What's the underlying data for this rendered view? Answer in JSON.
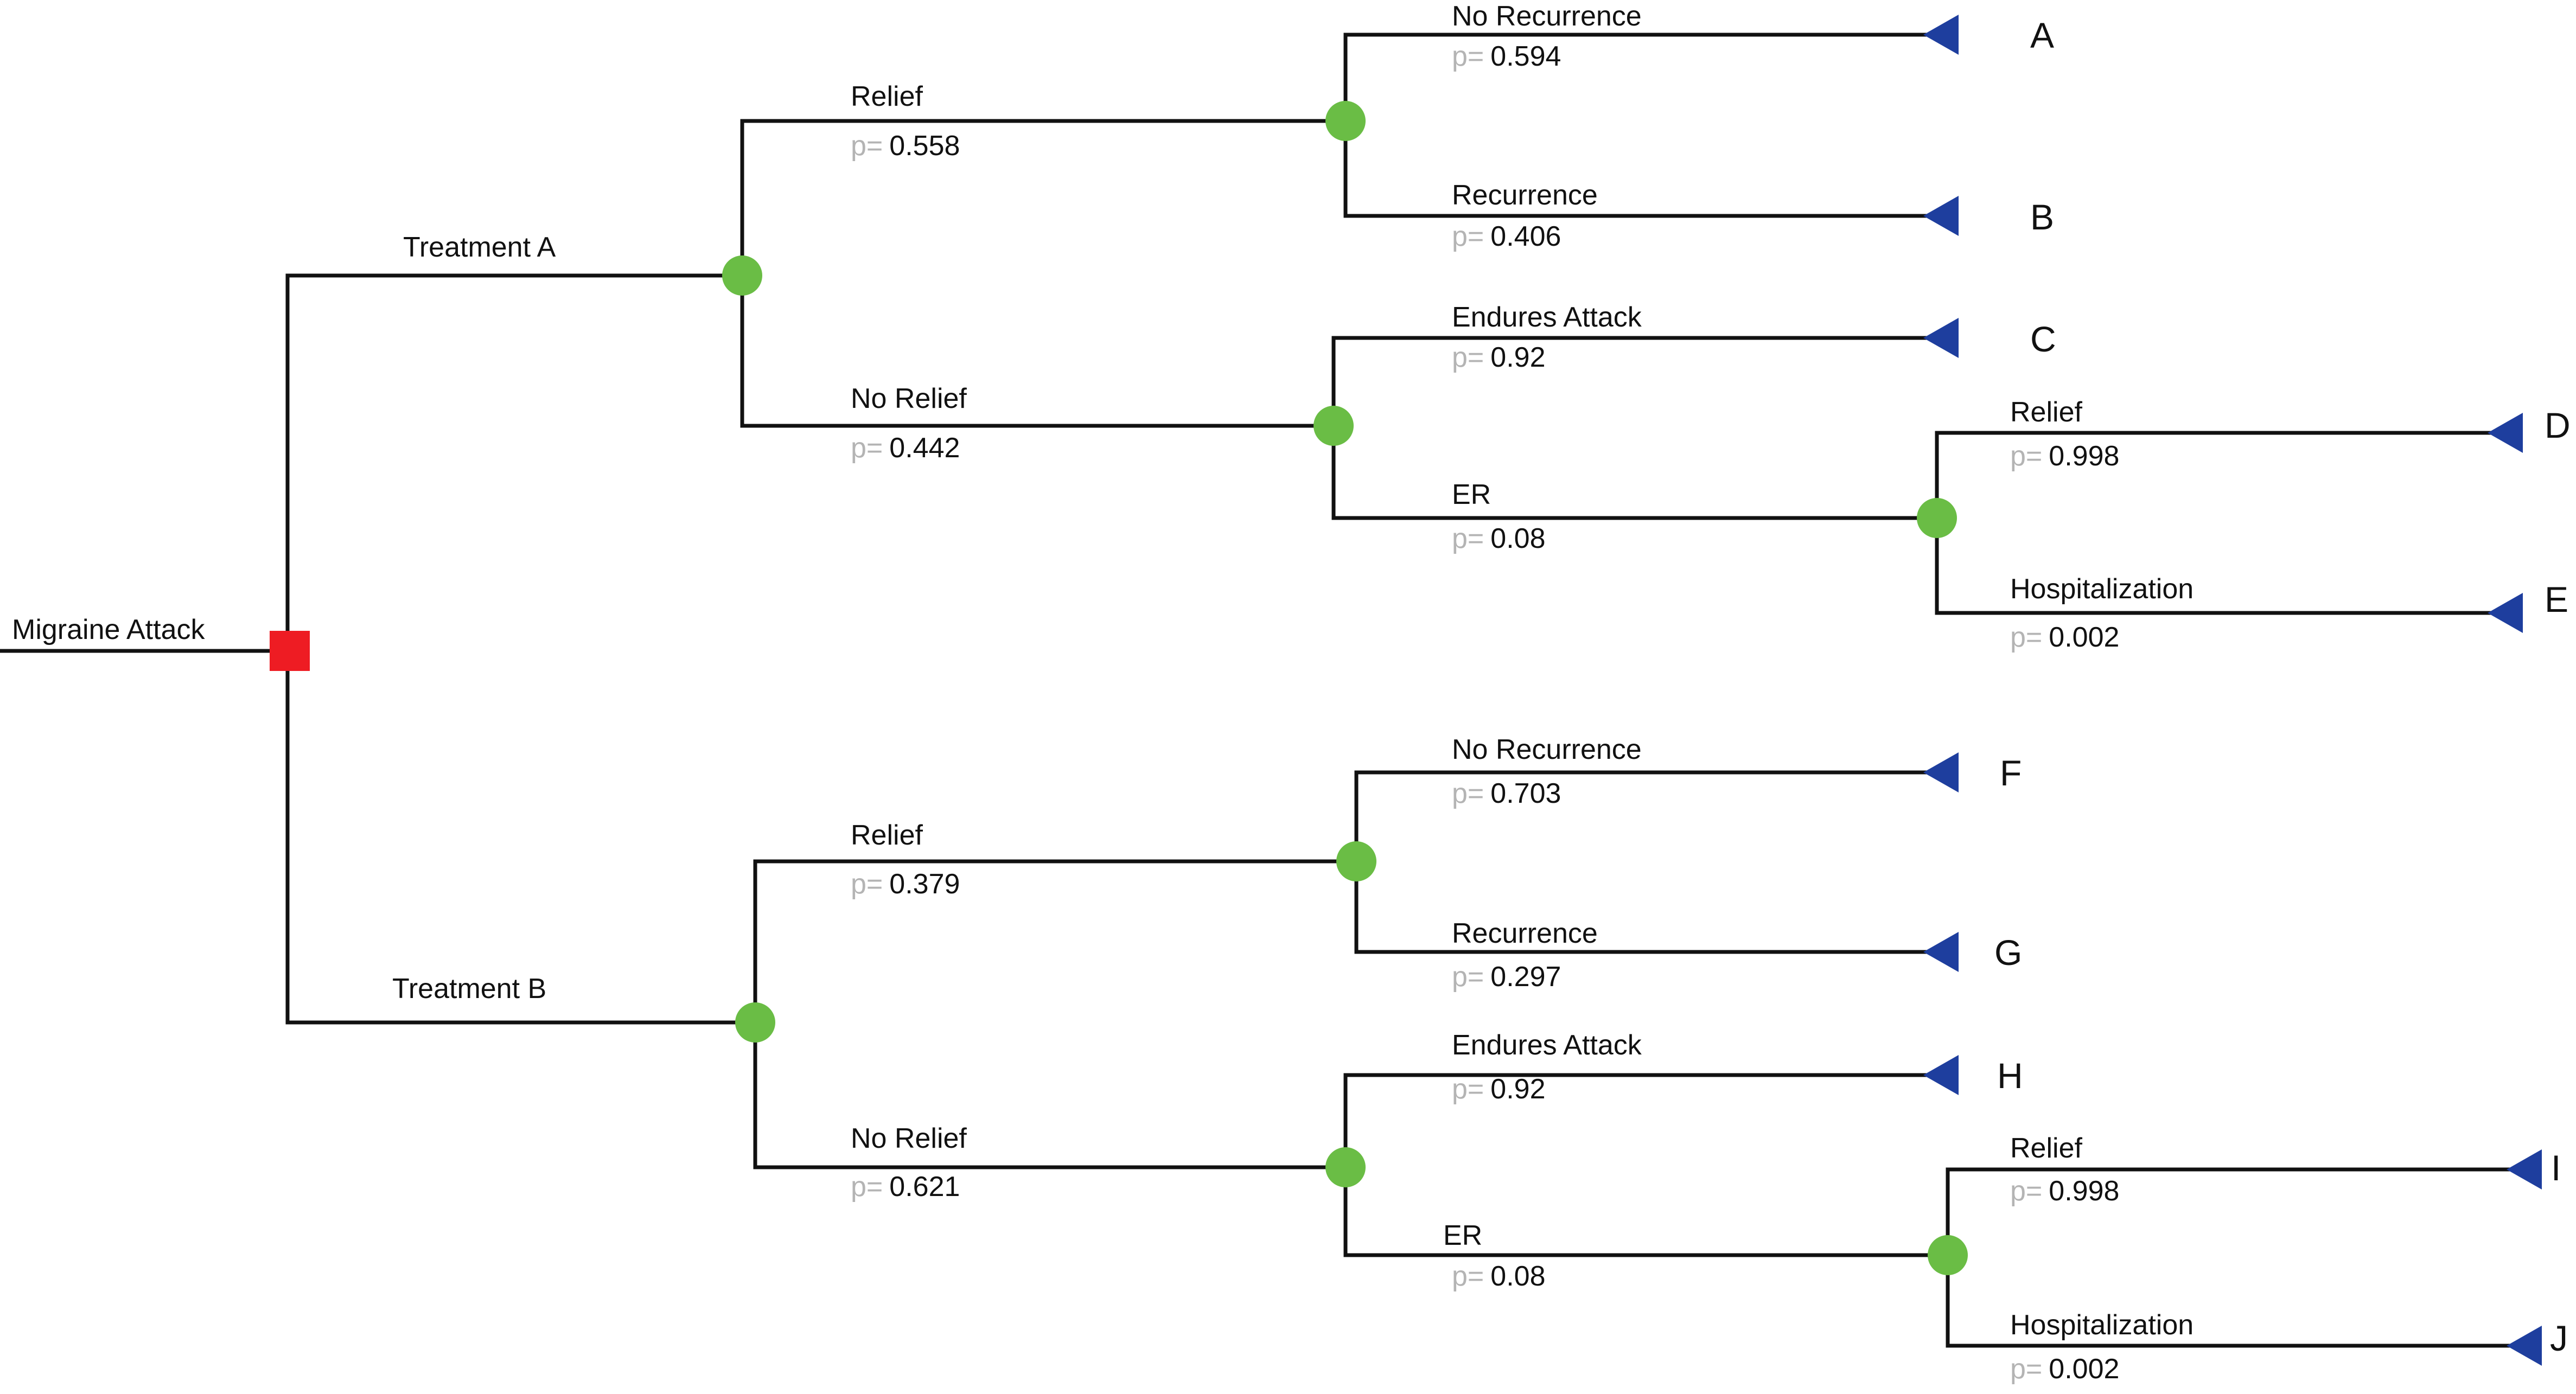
{
  "root": {
    "label": "Migraine Attack"
  },
  "colors": {
    "decision": "#ee1c23",
    "chance": "#6abd45",
    "terminal": "#1e3e9e",
    "line": "#111111",
    "p_prefix": "#b4b4b4"
  },
  "p_prefix": "p=",
  "branches": {
    "treatment_a": {
      "label": "Treatment A"
    },
    "treatment_b": {
      "label": "Treatment B"
    },
    "a_relief": {
      "label": "Relief",
      "p": "0.558"
    },
    "a_no_relief": {
      "label": "No Relief",
      "p": "0.442"
    },
    "a_relief_no_recurrence": {
      "label": "No Recurrence",
      "p": "0.594"
    },
    "a_relief_recurrence": {
      "label": "Recurrence",
      "p": "0.406"
    },
    "a_nr_endures": {
      "label": "Endures Attack",
      "p": "0.92"
    },
    "a_nr_er": {
      "label": "ER",
      "p": "0.08"
    },
    "a_er_relief": {
      "label": "Relief",
      "p": "0.998"
    },
    "a_er_hosp": {
      "label": "Hospitalization",
      "p": "0.002"
    },
    "b_relief": {
      "label": "Relief",
      "p": "0.379"
    },
    "b_no_relief": {
      "label": "No Relief",
      "p": "0.621"
    },
    "b_relief_no_recurrence": {
      "label": "No Recurrence",
      "p": "0.703"
    },
    "b_relief_recurrence": {
      "label": "Recurrence",
      "p": "0.297"
    },
    "b_nr_endures": {
      "label": "Endures Attack",
      "p": "0.92"
    },
    "b_nr_er": {
      "label": "ER",
      "p": "0.08"
    },
    "b_er_relief": {
      "label": "Relief",
      "p": "0.998"
    },
    "b_er_hosp": {
      "label": "Hospitalization",
      "p": "0.002"
    }
  },
  "outcomes": {
    "A": "A",
    "B": "B",
    "C": "C",
    "D": "D",
    "E": "E",
    "F": "F",
    "G": "G",
    "H": "H",
    "I": "I",
    "J": "J"
  }
}
